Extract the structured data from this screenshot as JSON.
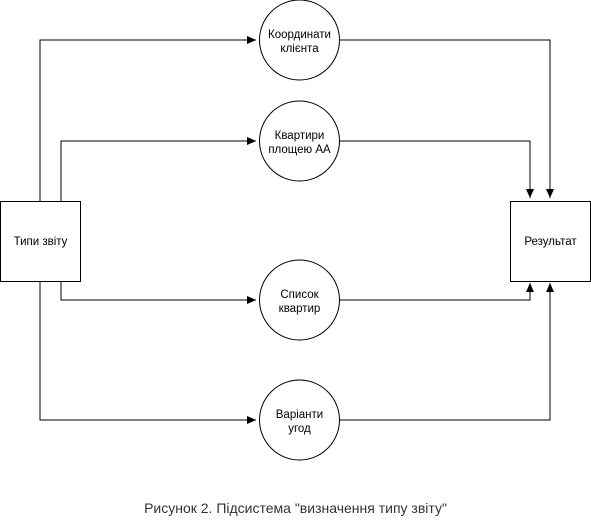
{
  "diagram": {
    "nodes": {
      "source": {
        "label": "Типи звіту"
      },
      "target": {
        "label": "Результат"
      },
      "client_coords": {
        "lines": [
          "Координати",
          "клієнта"
        ]
      },
      "apartments_area": {
        "lines": [
          "Квартири",
          "площею АА"
        ]
      },
      "apartments_list": {
        "lines": [
          "Список",
          "квартир"
        ]
      },
      "deal_options": {
        "lines": [
          "Варіанти",
          "угод"
        ]
      }
    }
  },
  "caption": "Рисунок 2. Підсистема \"визначення типу звіту\""
}
